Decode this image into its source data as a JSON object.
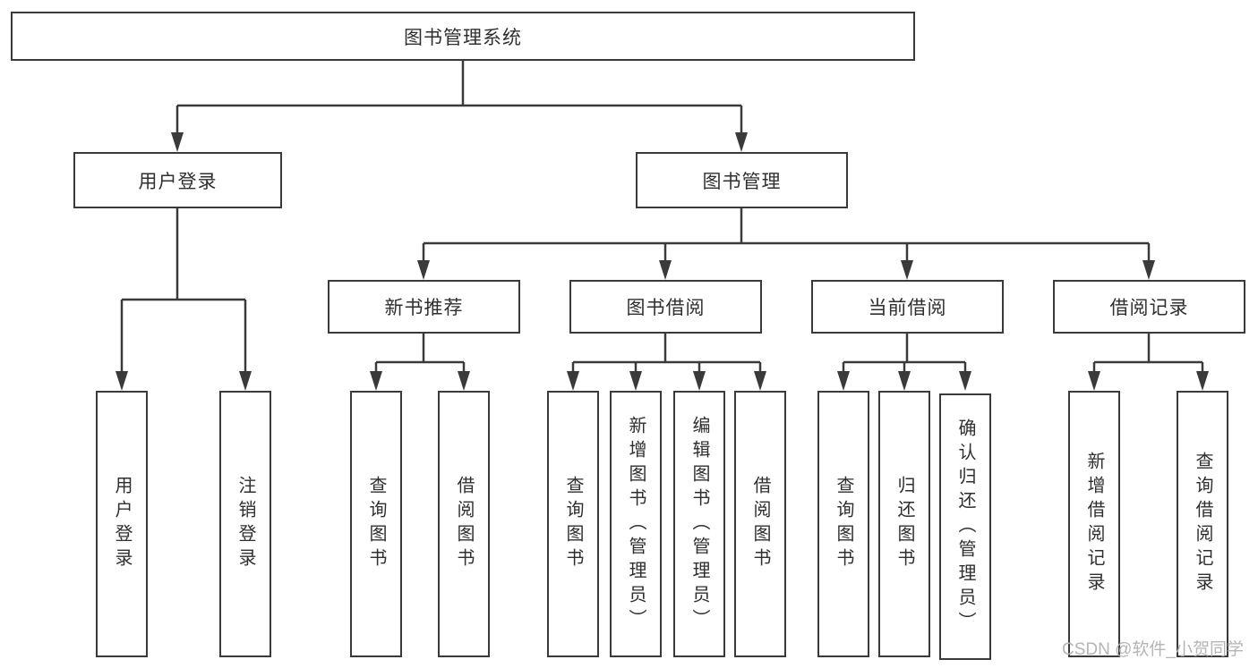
{
  "diagram_title": "图书管理系统",
  "colors": {
    "line": "#3a3a3a",
    "box_border": "#3a3a3a",
    "text": "#2f2f2f",
    "watermark": "#b5b5b5",
    "background": "#ffffff"
  },
  "tree": {
    "label": "图书管理系统",
    "children": [
      {
        "label": "用户登录",
        "children": [
          {
            "label": "用户登录"
          },
          {
            "label": "注销登录"
          }
        ]
      },
      {
        "label": "图书管理",
        "children": [
          {
            "label": "新书推荐",
            "children": [
              {
                "label": "查询图书"
              },
              {
                "label": "借阅图书"
              }
            ]
          },
          {
            "label": "图书借阅",
            "children": [
              {
                "label": "查询图书"
              },
              {
                "label": "新增图书（管理员）"
              },
              {
                "label": "编辑图书（管理员）"
              },
              {
                "label": "借阅图书"
              }
            ]
          },
          {
            "label": "当前借阅",
            "children": [
              {
                "label": "查询图书"
              },
              {
                "label": "归还图书"
              },
              {
                "label": "确认归还（管理员）"
              }
            ]
          },
          {
            "label": "借阅记录",
            "children": [
              {
                "label": "新增借阅记录"
              },
              {
                "label": "查询借阅记录"
              }
            ]
          }
        ]
      }
    ]
  },
  "watermark": "CSDN @软件_小贺同学"
}
